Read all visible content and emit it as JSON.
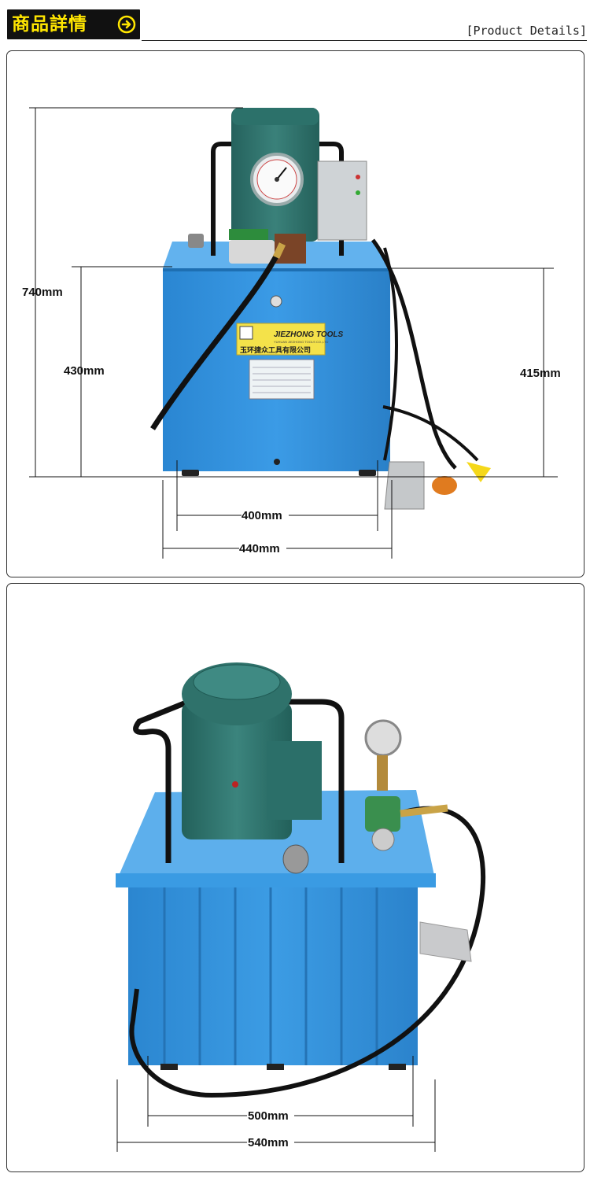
{
  "header": {
    "title": "商品詳情",
    "subtitle": "[Product Details]",
    "arrow_icon": "arrow-right-circle-icon",
    "accent_color": "#ffe600"
  },
  "panel1": {
    "labels": {
      "total_height": "740mm",
      "tank_height": "430mm",
      "right_height": "415mm",
      "inner_width": "400mm",
      "outer_width": "440mm"
    },
    "nameplate": {
      "brand_en": "JIEZHONG TOOLS",
      "company_en": "YUHUAN JIEZHONG TOOLS CO.,LTD",
      "company_cn": "玉环捷众工具有限公司"
    }
  },
  "panel2": {
    "labels": {
      "inner_width": "500mm",
      "outer_width": "540mm"
    }
  },
  "colors": {
    "tank_blue": "#2f8fd8",
    "motor_teal": "#2f6f6a"
  }
}
